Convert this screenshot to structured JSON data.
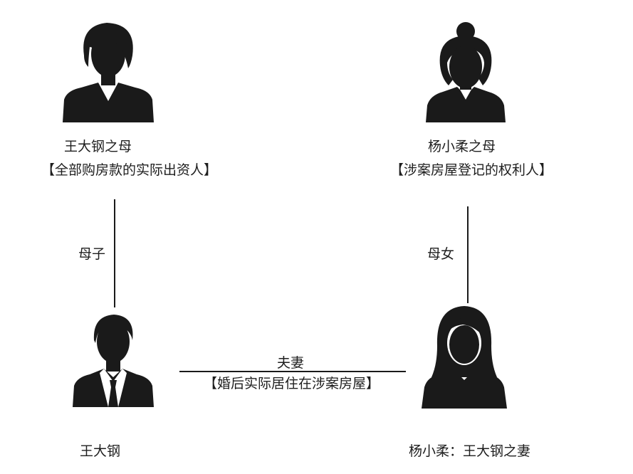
{
  "people": {
    "top_left": {
      "name": "王大钢之母",
      "role": "【全部购房款的实际出资人】",
      "icon": "man-short-hair-icon"
    },
    "top_right": {
      "name": "杨小柔之母",
      "role": "【涉案房屋登记的权利人】",
      "icon": "woman-bun-hair-icon"
    },
    "bottom_left": {
      "name": "王大钢",
      "icon": "man-tie-icon"
    },
    "bottom_right": {
      "name": "杨小柔：王大钢之妻",
      "icon": "woman-long-hair-icon"
    }
  },
  "relations": {
    "left": "母子",
    "right": "母女",
    "bottom": {
      "label": "夫妻",
      "note": "【婚后实际居住在涉案房屋】"
    }
  },
  "colors": {
    "silhouette": "#1a1a1a",
    "line": "#1a1a1a",
    "background": "#ffffff"
  }
}
